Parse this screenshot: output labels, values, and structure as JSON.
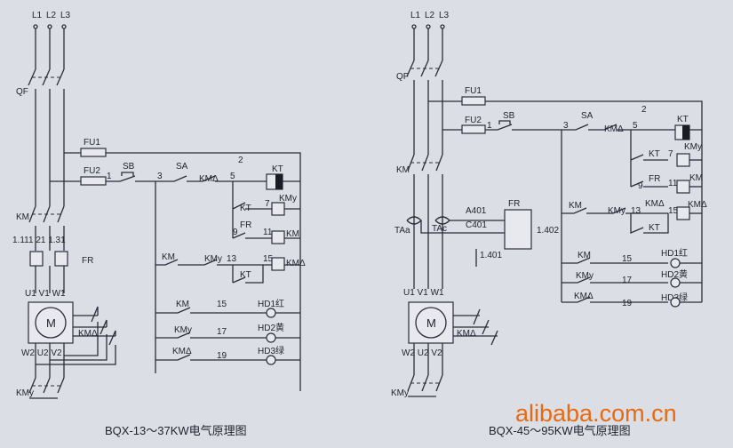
{
  "left_diagram": {
    "caption": "BQX-13～37KW电气原理图",
    "phases": [
      "L1",
      "L2",
      "L3"
    ],
    "qf": "QF",
    "fu1": "FU1",
    "fu2": "FU2",
    "km_main": "KM",
    "fr": "FR",
    "fr_terms": "1.111 21 1.31",
    "motor": "M",
    "motor_top": "U1 V1 W1",
    "motor_bot": "W2 U2 V2",
    "km_delta_main": "KMΔ",
    "kmy_main": "KMy",
    "ctrl": {
      "wire1": "1",
      "wire2": "2",
      "wire3": "3",
      "wire5": "5",
      "wire7": "7",
      "wire9": "9",
      "wire11": "11",
      "wire13": "13",
      "wire15": "15",
      "wire17": "17",
      "wire19": "19",
      "sb": "SB",
      "sa": "SA",
      "kt": "KT",
      "kmd": "KMΔ",
      "kmy": "KMy",
      "km": "KM",
      "fr": "FR",
      "hd1": "HD1红",
      "hd2": "HD2黄",
      "hd3": "HD3绿"
    }
  },
  "right_diagram": {
    "caption": "BQX-45～95KW电气原理图",
    "phases": [
      "L1",
      "L2",
      "L3"
    ],
    "qf": "QF",
    "fu1": "FU1",
    "fu2": "FU2",
    "km_main": "KM",
    "taa": "TAa",
    "tac": "TAc",
    "a401": "A401",
    "c401": "C401",
    "t1402": "1.402",
    "t1401": "1.401",
    "motor": "M",
    "motor_top": "U1 V1 W1",
    "motor_bot": "W2 U2 V2",
    "km_delta_main": "KMΔ",
    "kmy_main": "KMy",
    "ctrl": {
      "wire1": "1",
      "wire2": "2",
      "wire3": "3",
      "wire5": "5",
      "wire7": "7",
      "wire9": "9",
      "wire11": "11",
      "wire13": "13",
      "wire15": "15",
      "wire17": "17",
      "wire19": "19",
      "sb": "SB",
      "sa": "SA",
      "kt": "KT",
      "kmd": "KMΔ",
      "kmy": "KMy",
      "km": "KM",
      "fr": "FR",
      "hd1": "HD1红",
      "hd2": "HD2黄",
      "hd3": "HD3绿"
    }
  },
  "watermark": "alibaba.com.cn"
}
